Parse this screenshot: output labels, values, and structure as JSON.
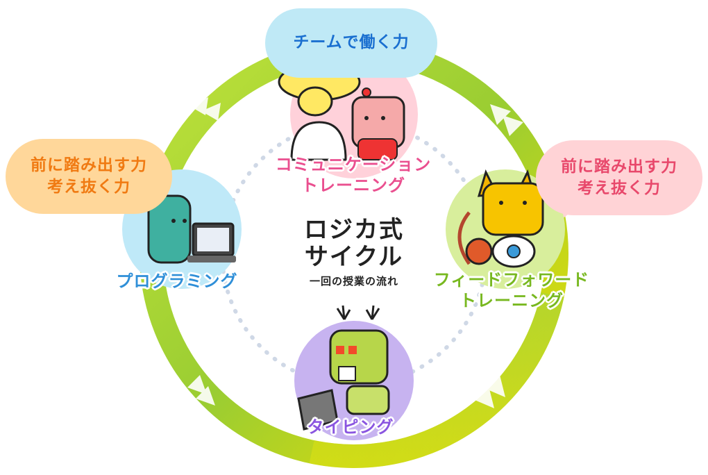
{
  "center": {
    "title_line1": "ロジカ式",
    "title_line2": "サイクル",
    "subtitle": "一回の授業の流れ"
  },
  "bubbles": {
    "top": "チームで働く力",
    "left_line1": "前に踏み出す力",
    "left_line2": "考え抜く力",
    "right_line1": "前に踏み出す力",
    "right_line2": "考え抜く力"
  },
  "stations": {
    "communication": {
      "line1": "コミュニケーション",
      "line2": "トレーニング"
    },
    "programming": {
      "line1": "プログラミング"
    },
    "feedforward": {
      "line1": "フィードフォワード",
      "line2": "トレーニング"
    },
    "typing": {
      "line1": "タイピング"
    }
  },
  "colors": {
    "ring_green": "#9acd32",
    "ring_yellow": "#f4e300",
    "communication": "#ea4f8f",
    "programming": "#2f8fd8",
    "feedforward": "#78b820",
    "typing": "#8a55e0"
  },
  "characters": {
    "communication": "pink-bear-and-yellow-haired-person",
    "programming": "green-dinosaur-robot-at-computer",
    "feedforward": "yellow-cat-with-bow",
    "typing": "green-reindeer-typing-on-laptop"
  }
}
